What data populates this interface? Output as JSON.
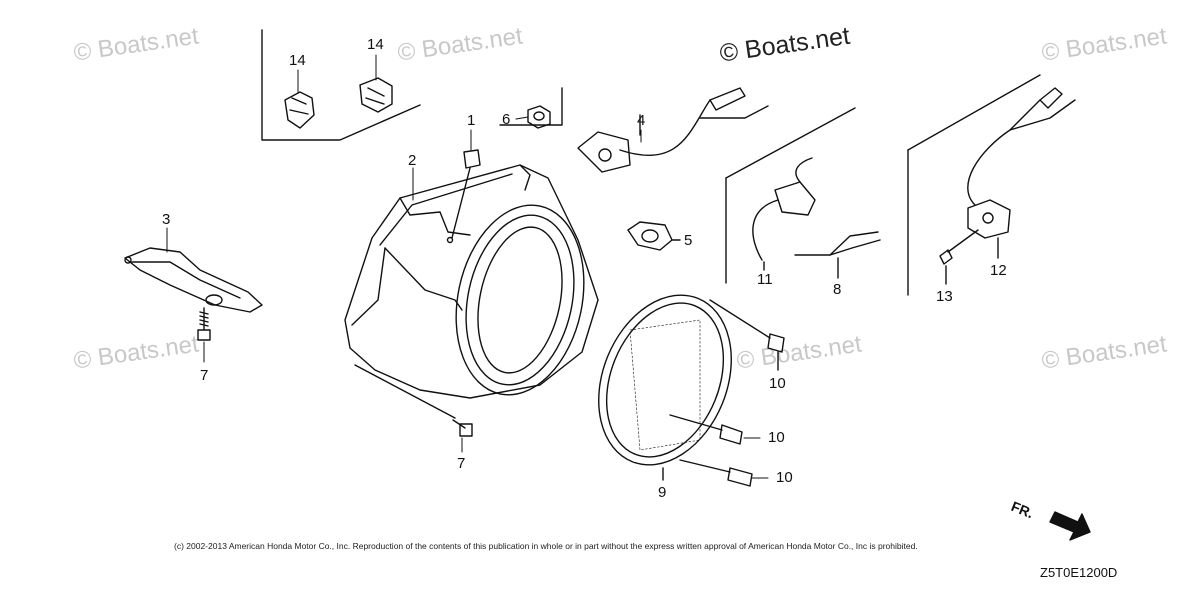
{
  "watermark": {
    "text": "© Boats.net",
    "primary_text": "© Boats.net"
  },
  "callouts": {
    "p1": "1",
    "p2": "2",
    "p3": "3",
    "p4": "4",
    "p5": "5",
    "p6": "6",
    "p7a": "7",
    "p7b": "7",
    "p8": "8",
    "p9": "9",
    "p10a": "10",
    "p10b": "10",
    "p10c": "10",
    "p11": "11",
    "p12": "12",
    "p13": "13",
    "p14a": "14",
    "p14b": "14"
  },
  "footer": {
    "copyright": "(c) 2002-2013 American Honda Motor Co., Inc. Reproduction of the contents of this publication in whole or in part without the express written approval of American Honda Motor Co., Inc is prohibited.",
    "diagram_code": "Z5T0E1200D",
    "direction_label": "FR."
  },
  "colors": {
    "line": "#111111",
    "watermark": "#c8c8c8"
  }
}
